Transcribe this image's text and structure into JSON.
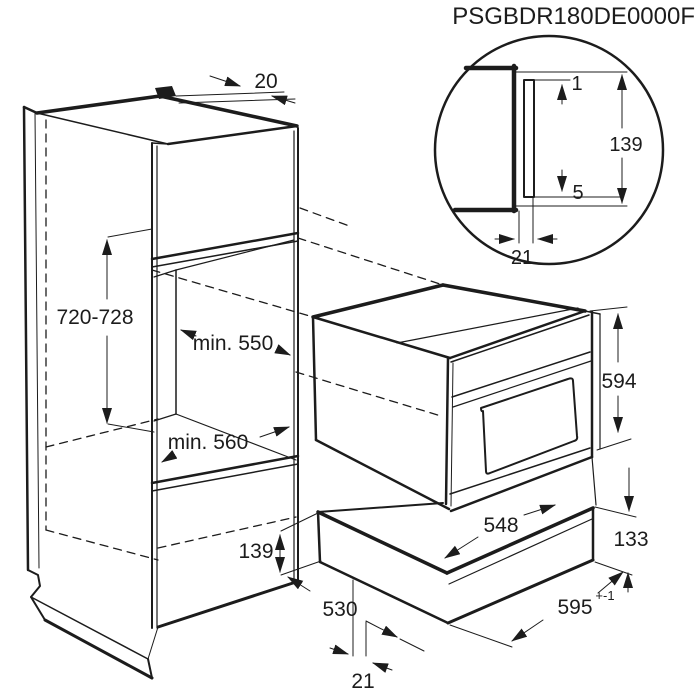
{
  "title": "PSGBDR180DE0000F",
  "colors": {
    "line": "#1c1c1c",
    "background": "#ffffff"
  },
  "cabinet": {
    "wall_gap": "20",
    "niche_height": "720-728",
    "niche_depth": "min. 550",
    "niche_width": "min. 560",
    "drawer_front_height": "139",
    "base_depth": "530",
    "plinth_recess": "21"
  },
  "oven": {
    "height": "594",
    "depth": "548"
  },
  "drawer": {
    "height": "133",
    "width": "595",
    "width_tolerance": "+-1"
  },
  "detail": {
    "top_gap": "1",
    "front_height": "139",
    "bottom_gap": "5",
    "overhang": "21"
  }
}
